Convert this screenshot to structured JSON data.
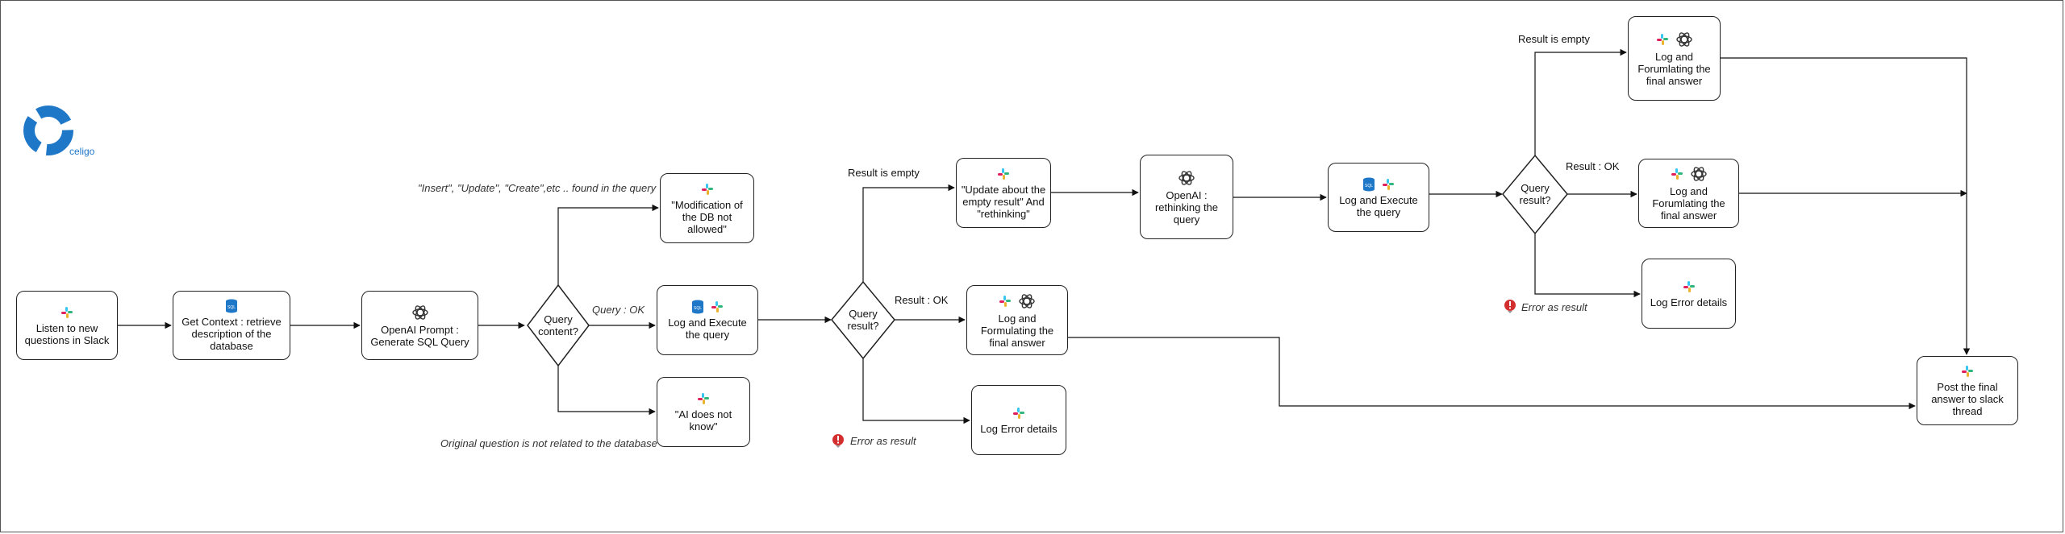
{
  "logo": {
    "text": "celigo",
    "color": "#1f77c8"
  },
  "colors": {
    "stroke": "#222222",
    "slack": [
      "#36C5F0",
      "#2EB67D",
      "#ECB22E",
      "#E01E5A"
    ],
    "error": "#d32f2f",
    "sql": "#1f77c8"
  },
  "nodes": {
    "listen": {
      "label": "Listen to new questions in Slack",
      "icons": [
        "slack-icon"
      ]
    },
    "get_context": {
      "label": "Get Context : retrieve description of the database",
      "icons": [
        "sql-icon"
      ]
    },
    "openai_prompt": {
      "label": "OpenAI Prompt : Generate SQL Query",
      "icons": [
        "openai-icon"
      ]
    },
    "query_content": {
      "label": "Query content?"
    },
    "modification": {
      "label": "\"Modification of the DB not allowed\"",
      "icons": [
        "slack-icon"
      ]
    },
    "execute_1": {
      "label": "Log and Execute the query",
      "icons": [
        "sql-icon",
        "slack-icon"
      ]
    },
    "ai_dont_know": {
      "label": "\"AI does not know\"",
      "icons": [
        "slack-icon"
      ]
    },
    "query_result_1": {
      "label": "Query result?"
    },
    "update_empty": {
      "label": "\"Update about the empty result\" And \"rethinking\"",
      "icons": [
        "slack-icon"
      ]
    },
    "formulating_1": {
      "label": "Log and Formulating the final answer",
      "icons": [
        "slack-icon",
        "openai-icon"
      ]
    },
    "error_details_1": {
      "label": "Log Error details",
      "icons": [
        "slack-icon"
      ]
    },
    "rethinking": {
      "label": "OpenAI : rethinking the query",
      "icons": [
        "openai-icon"
      ]
    },
    "execute_2": {
      "label": "Log and Execute the query",
      "icons": [
        "sql-icon",
        "slack-icon"
      ]
    },
    "query_result_2": {
      "label": "Query result?"
    },
    "forumlating_empty": {
      "label": "Log and Forumlating the final answer",
      "icons": [
        "slack-icon",
        "openai-icon"
      ]
    },
    "forumlating_ok": {
      "label": "Log and Forumlating the final answer",
      "icons": [
        "slack-icon",
        "openai-icon"
      ]
    },
    "error_details_2": {
      "label": "Log Error details",
      "icons": [
        "slack-icon"
      ]
    },
    "post_answer": {
      "label": "Post the final answer to slack thread",
      "icons": [
        "slack-icon"
      ]
    }
  },
  "edge_labels": {
    "insert_update": "\"Insert\", \"Update\", \"Create\",etc .. found in the query",
    "query_ok": "Query : OK",
    "not_related": "Original question is not related to the database",
    "result_empty_1": "Result is empty",
    "result_ok_1": "Result : OK",
    "error_1": "Error as result",
    "result_empty_2": "Result is empty",
    "result_ok_2": "Result : OK",
    "error_2": "Error as result"
  }
}
